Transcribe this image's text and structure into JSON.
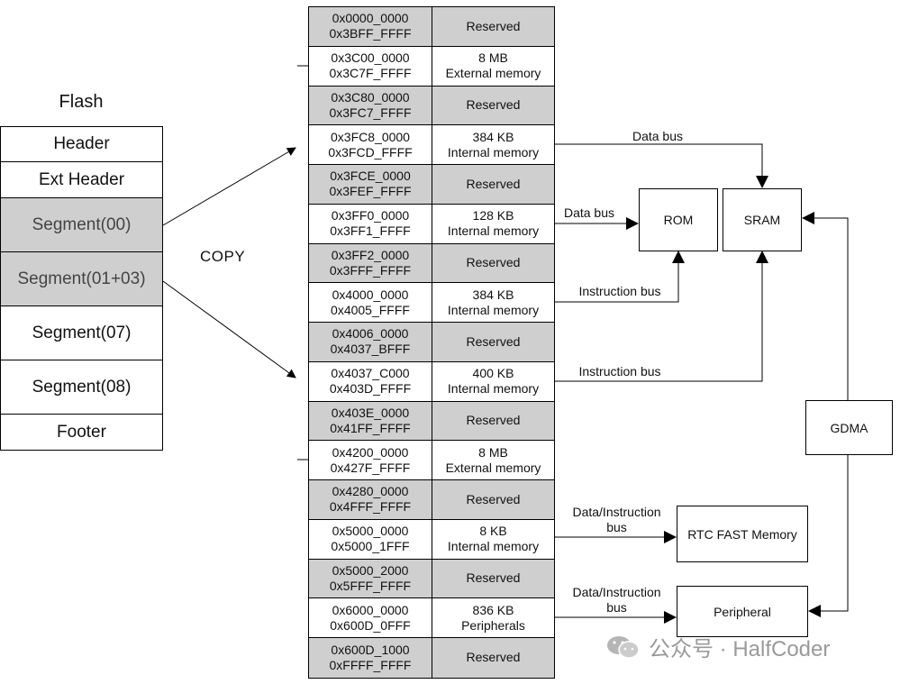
{
  "flash": {
    "title": "Flash",
    "segments": [
      {
        "label": "Header",
        "gray": false
      },
      {
        "label": "Ext Header",
        "gray": false
      },
      {
        "label": "Segment(00)",
        "gray": true
      },
      {
        "label": "Segment(01+03)",
        "gray": true
      },
      {
        "label": "Segment(07)",
        "gray": false
      },
      {
        "label": "Segment(08)",
        "gray": false
      },
      {
        "label": "Footer",
        "gray": false
      }
    ]
  },
  "copy_label": "COPY",
  "memory_map": [
    {
      "start": "0x0000_0000",
      "end": "0x3BFF_FFFF",
      "size": "",
      "type": "Reserved",
      "gray": true
    },
    {
      "start": "0x3C00_0000",
      "end": "0x3C7F_FFFF",
      "size": "8 MB",
      "type": "External memory",
      "gray": false
    },
    {
      "start": "0x3C80_0000",
      "end": "0x3FC7_FFFF",
      "size": "",
      "type": "Reserved",
      "gray": true
    },
    {
      "start": "0x3FC8_0000",
      "end": "0x3FCD_FFFF",
      "size": "384 KB",
      "type": "Internal memory",
      "gray": false
    },
    {
      "start": "0x3FCE_0000",
      "end": "0x3FEF_FFFF",
      "size": "",
      "type": "Reserved",
      "gray": true
    },
    {
      "start": "0x3FF0_0000",
      "end": "0x3FF1_FFFF",
      "size": "128 KB",
      "type": "Internal memory",
      "gray": false
    },
    {
      "start": "0x3FF2_0000",
      "end": "0x3FFF_FFFF",
      "size": "",
      "type": "Reserved",
      "gray": true
    },
    {
      "start": "0x4000_0000",
      "end": "0x4005_FFFF",
      "size": "384 KB",
      "type": "Internal memory",
      "gray": false
    },
    {
      "start": "0x4006_0000",
      "end": "0x4037_BFFF",
      "size": "",
      "type": "Reserved",
      "gray": true
    },
    {
      "start": "0x4037_C000",
      "end": "0x403D_FFFF",
      "size": "400 KB",
      "type": "Internal memory",
      "gray": false
    },
    {
      "start": "0x403E_0000",
      "end": "0x41FF_FFFF",
      "size": "",
      "type": "Reserved",
      "gray": true
    },
    {
      "start": "0x4200_0000",
      "end": "0x427F_FFFF",
      "size": "8 MB",
      "type": "External memory",
      "gray": false
    },
    {
      "start": "0x4280_0000",
      "end": "0x4FFF_FFFF",
      "size": "",
      "type": "Reserved",
      "gray": true
    },
    {
      "start": "0x5000_0000",
      "end": "0x5000_1FFF",
      "size": "8 KB",
      "type": "Internal memory",
      "gray": false
    },
    {
      "start": "0x5000_2000",
      "end": "0x5FFF_FFFF",
      "size": "",
      "type": "Reserved",
      "gray": true
    },
    {
      "start": "0x6000_0000",
      "end": "0x600D_0FFF",
      "size": "836 KB",
      "type": "Peripherals",
      "gray": false
    },
    {
      "start": "0x600D_1000",
      "end": "0xFFFF_FFFF",
      "size": "",
      "type": "Reserved",
      "gray": true
    }
  ],
  "blocks": {
    "rom": "ROM",
    "sram": "SRAM",
    "gdma": "GDMA",
    "rtc": "RTC FAST Memory",
    "peripheral": "Peripheral"
  },
  "buses": {
    "sram_data": "Data bus",
    "rom_data": "Data bus",
    "rom_instr": "Instruction bus",
    "sram_instr": "Instruction bus",
    "rtc_line1": "Data/Instruction",
    "rtc_line2": "bus",
    "periph_line1": "Data/Instruction",
    "periph_line2": "bus"
  },
  "watermark": "公众号 · HalfCoder"
}
